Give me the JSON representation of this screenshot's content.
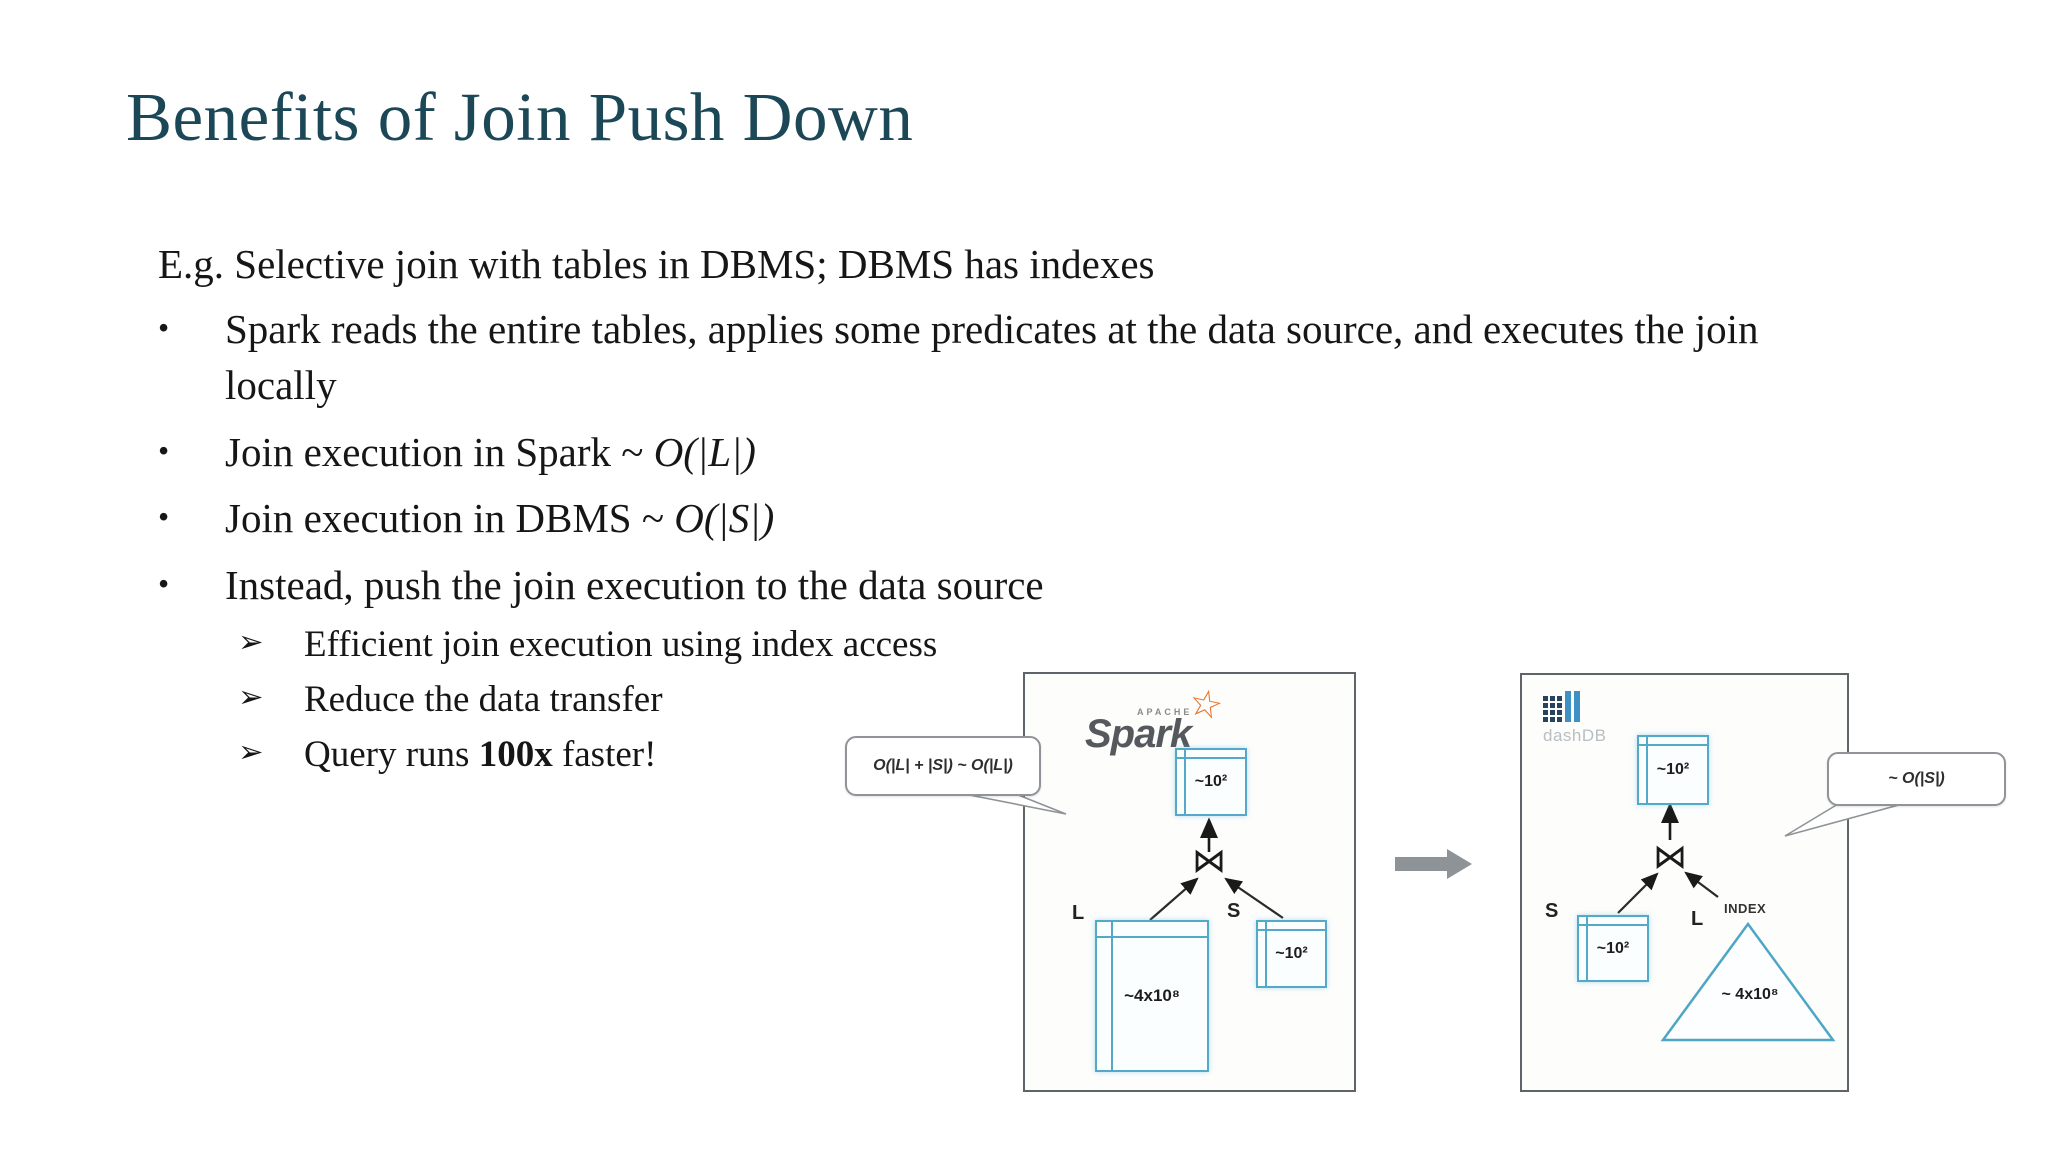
{
  "slide": {
    "title": "Benefits of Join Push Down",
    "intro": "E.g. Selective join with tables in DBMS; DBMS has indexes",
    "bullet_marker": "•",
    "sub_bullet_marker": "➢",
    "bullets": [
      {
        "pre": "Spark reads the entire tables, applies some predicates at the data source, and executes the join locally"
      },
      {
        "pre": "Join execution in Spark ~ ",
        "math": "O(|L|)"
      },
      {
        "pre": "Join execution in DBMS ~ ",
        "math": "O(|S|)"
      },
      {
        "pre": "Instead, push the join execution to the data source"
      }
    ],
    "sub_bullets": [
      {
        "pre": "Efficient join execution using index access"
      },
      {
        "pre": "Reduce the data transfer"
      },
      {
        "pre": "Query runs ",
        "bold": "100x",
        "post": " faster!"
      }
    ]
  },
  "diagram": {
    "left_callout": "O(|L| + |S|) ~ O(|L|)",
    "right_callout": "~ O(|S|)",
    "spark": {
      "logo_top": "APACHE",
      "logo_text": "Spark",
      "star": "☆",
      "join_symbol": "⋈",
      "result_size": "~10²",
      "l_label": "L",
      "l_size": "~4x10⁸",
      "s_label": "S",
      "s_size": "~10²"
    },
    "dashdb": {
      "logo_text": "dashDB",
      "join_symbol": "⋈",
      "result_size": "~10²",
      "s_label": "S",
      "s_size": "~10²",
      "l_label": "L",
      "index_label": "INDEX",
      "index_size": "~ 4x10⁸"
    }
  }
}
